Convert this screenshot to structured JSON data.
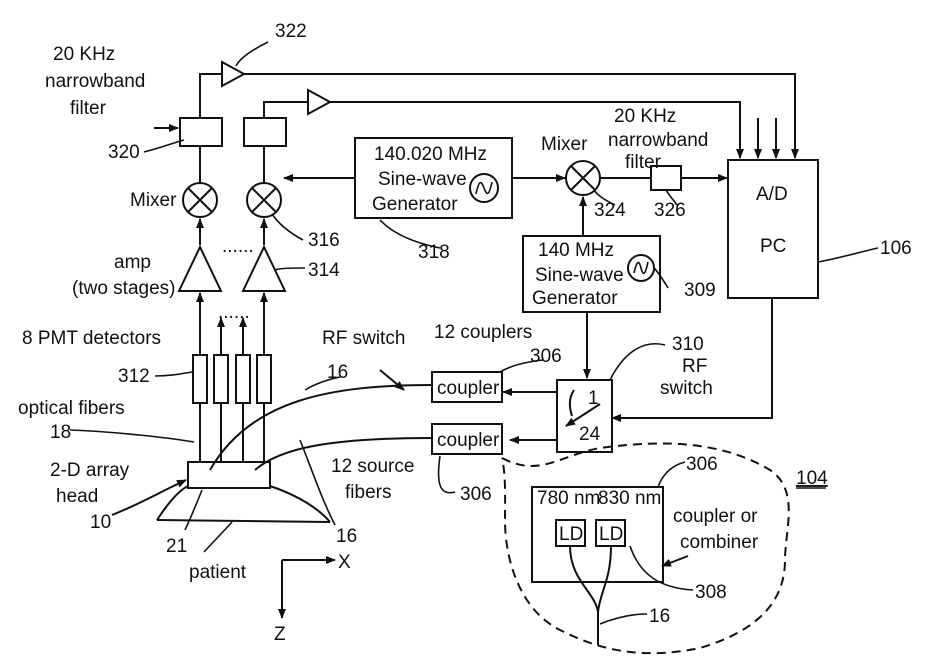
{
  "labels": {
    "filter_20k_left_l1": "20 KHz",
    "filter_20k_left_l2": "narrowband",
    "filter_20k_left_l3": "filter",
    "ref_322": "322",
    "ref_320": "320",
    "mixer_left": "Mixer",
    "ref_316": "316",
    "amp_l1": "amp",
    "amp_l2": "(two stages)",
    "ref_314": "314",
    "dots_mixer": "......",
    "dots_pmt": "......",
    "pmt_detectors": "8 PMT detectors",
    "ref_312": "312",
    "optical_fibers": "optical fibers",
    "ref_18": "18",
    "head_l1": "2-D array",
    "head_l2": "head",
    "ref_10": "10",
    "ref_21": "21",
    "patient": "patient",
    "axis_x": "X",
    "axis_z": "Z",
    "gen_140020_l1": "140.020 MHz",
    "gen_140020_l2": "Sine-wave",
    "gen_140020_l3": "Generator",
    "ref_318": "318",
    "mixer_right": "Mixer",
    "ref_324": "324",
    "filter_20k_right_l1": "20 KHz",
    "filter_20k_right_l2": "narrowband",
    "filter_20k_right_l3": "filter",
    "ref_326": "326",
    "ad": "A/D",
    "pc": "PC",
    "ref_106": "106",
    "gen_140_l1": "140 MHz",
    "gen_140_l2": "Sine-wave",
    "gen_140_l3": "Generator",
    "ref_309": "309",
    "rf_switch_top": "RF switch",
    "ref_16_a": "16",
    "couplers_12": "12 couplers",
    "ref_306_a": "306",
    "coupler_1": "coupler",
    "coupler_2": "coupler",
    "ref_310": "310",
    "rf_switch_l1": "RF",
    "rf_switch_l2": "switch",
    "switch_1": "1",
    "switch_24": "24",
    "source_fibers_l1": "12 source",
    "source_fibers_l2": "fibers",
    "ref_16_b": "16",
    "ref_306_b": "306",
    "ref_306_c": "306",
    "ref_104": "104",
    "wl_780": "780 nm",
    "wl_830": "830 nm",
    "ld_1": "LD",
    "ld_2": "LD",
    "combiner_l1": "coupler or",
    "combiner_l2": "combiner",
    "ref_308": "308",
    "ref_16_c": "16"
  }
}
